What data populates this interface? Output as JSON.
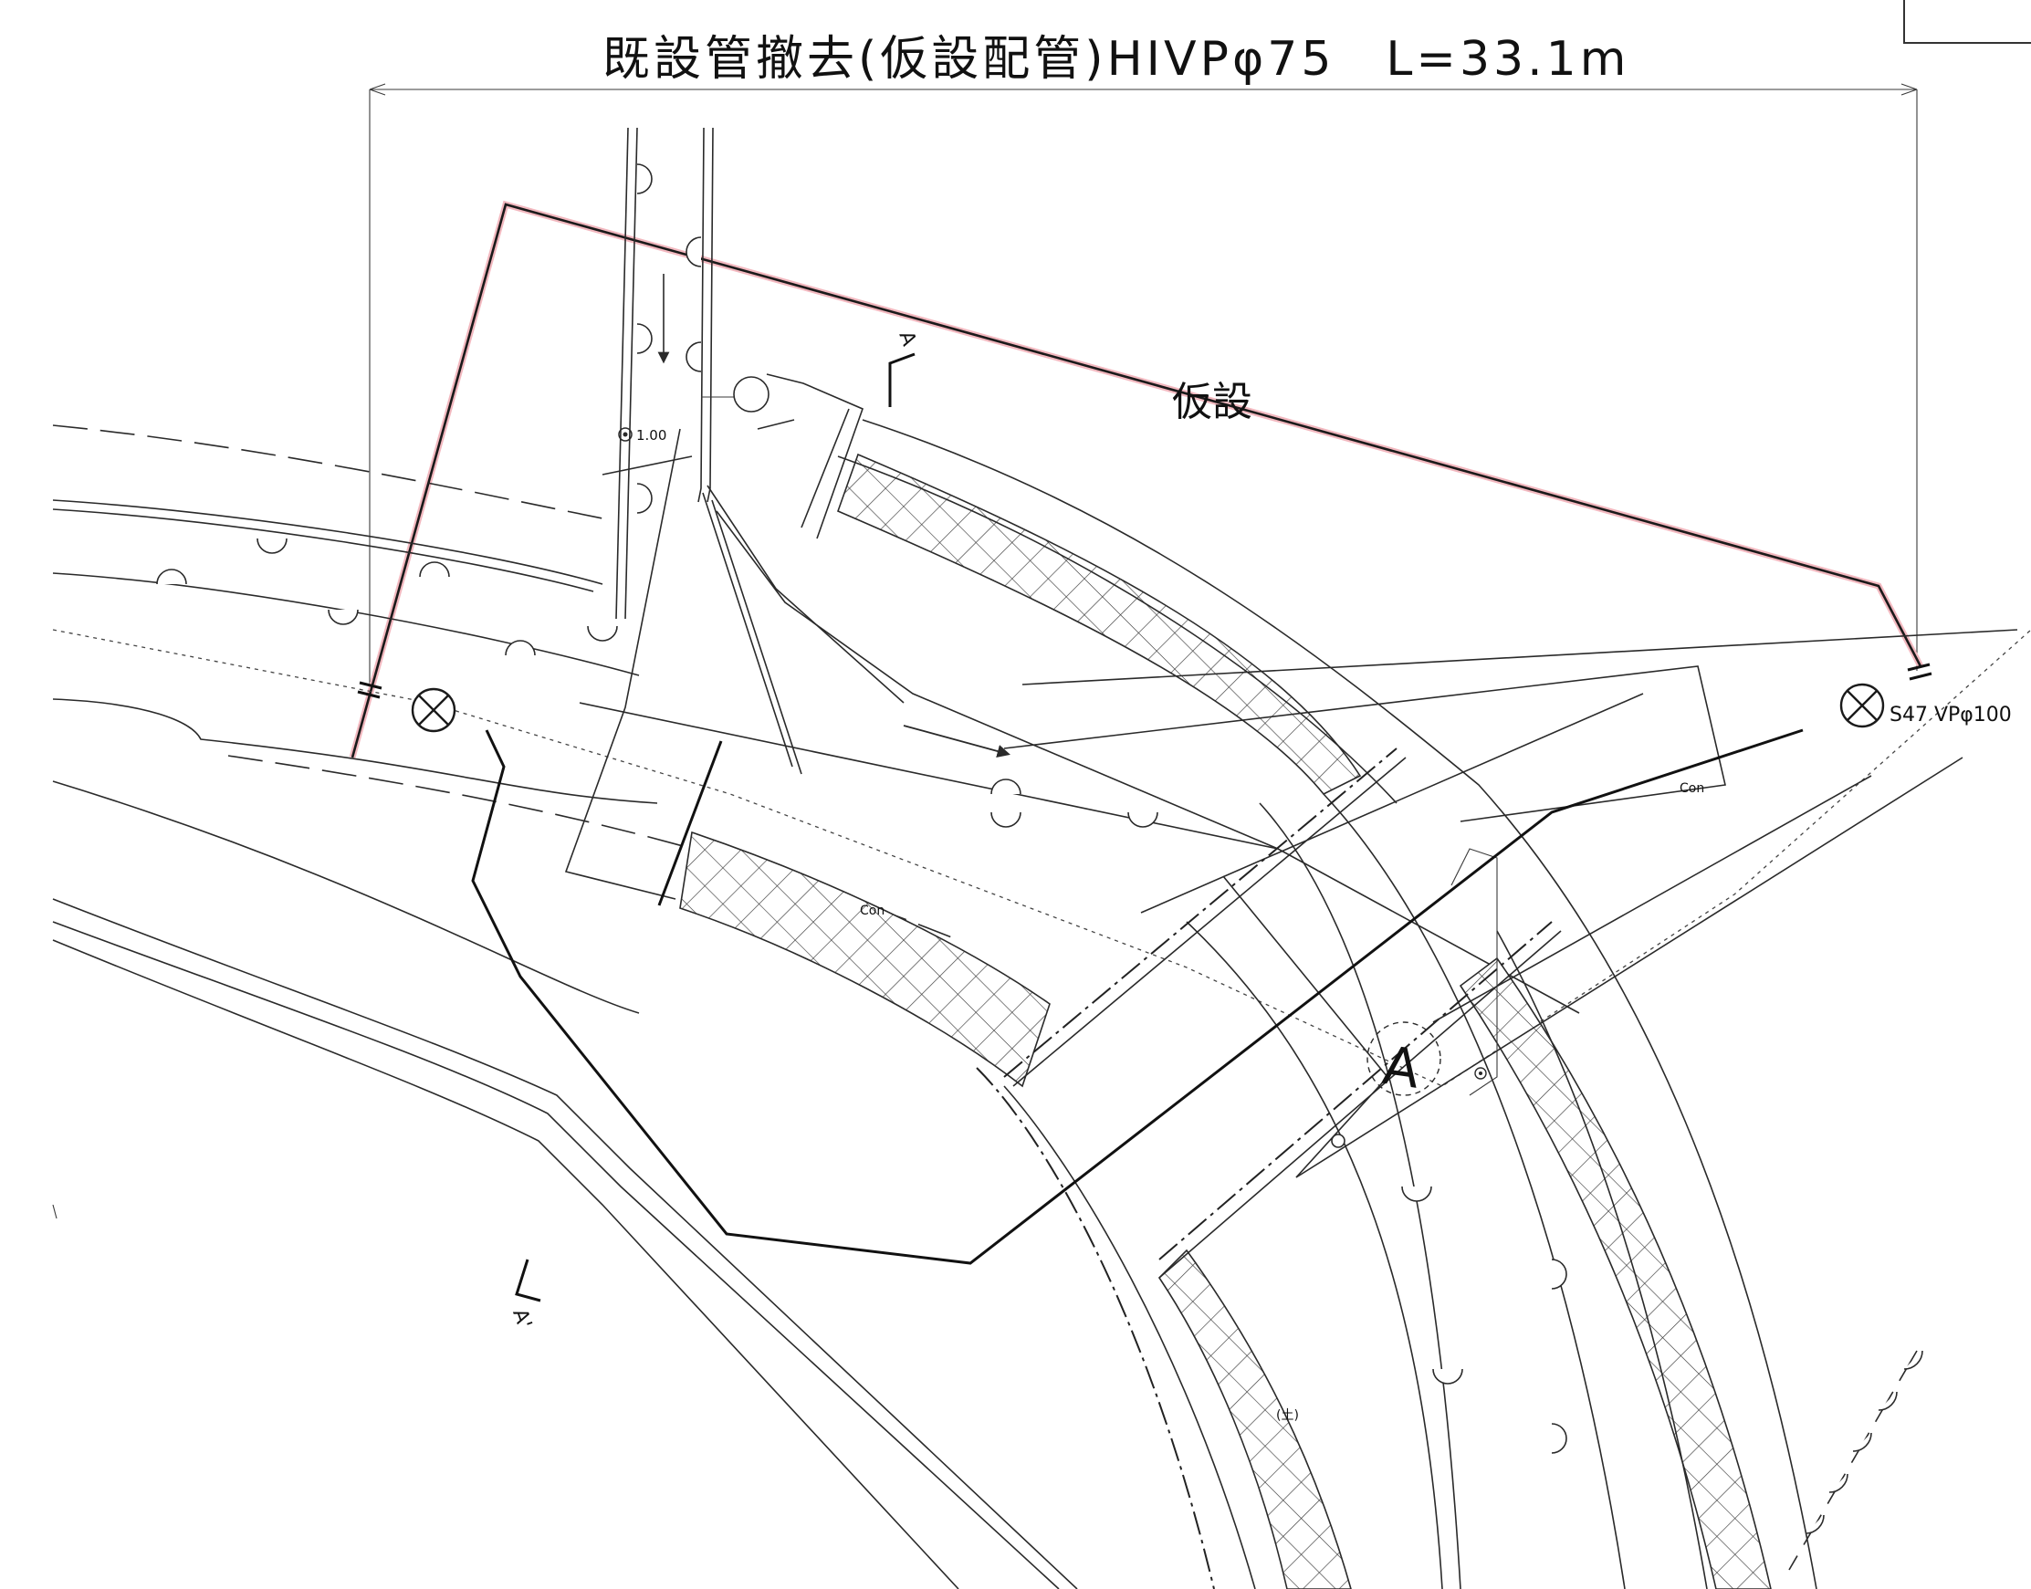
{
  "header": {
    "title_text": "既設管撤去(仮設配管)HIVPφ75　L=33.1m"
  },
  "labels": {
    "temporary": "仮設",
    "existing_pipe": "S47 VPφ100",
    "detail_mark": "A",
    "section_top": "A",
    "section_bottom": "A'",
    "level_mark": "1.00",
    "con_1": "Con",
    "con_2": "Con",
    "soil_mark": "(土)"
  },
  "colors": {
    "temporary_route": "#d0323c",
    "linework": "#2a2a2a"
  }
}
